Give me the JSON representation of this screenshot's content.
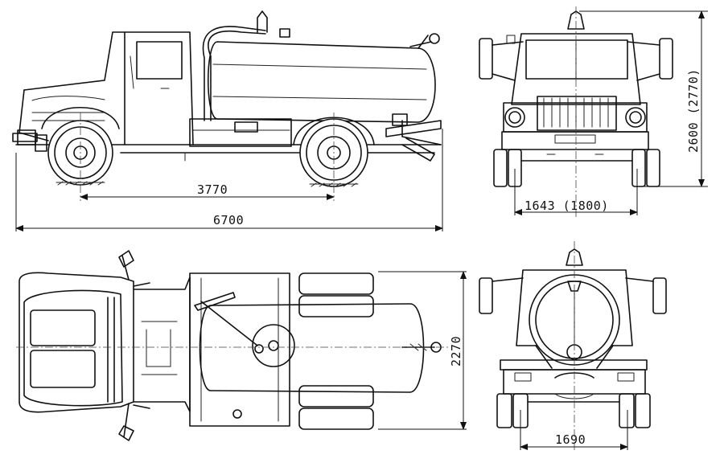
{
  "drawing": {
    "views": [
      "side-view",
      "front-view",
      "top-view",
      "rear-view"
    ]
  },
  "dimensions": {
    "wheelbase": "3770",
    "overall_length": "6700",
    "front_track": "1643 (1800)",
    "overall_height": "2600 (2770)",
    "overall_width": "2270",
    "rear_track": "1690"
  }
}
